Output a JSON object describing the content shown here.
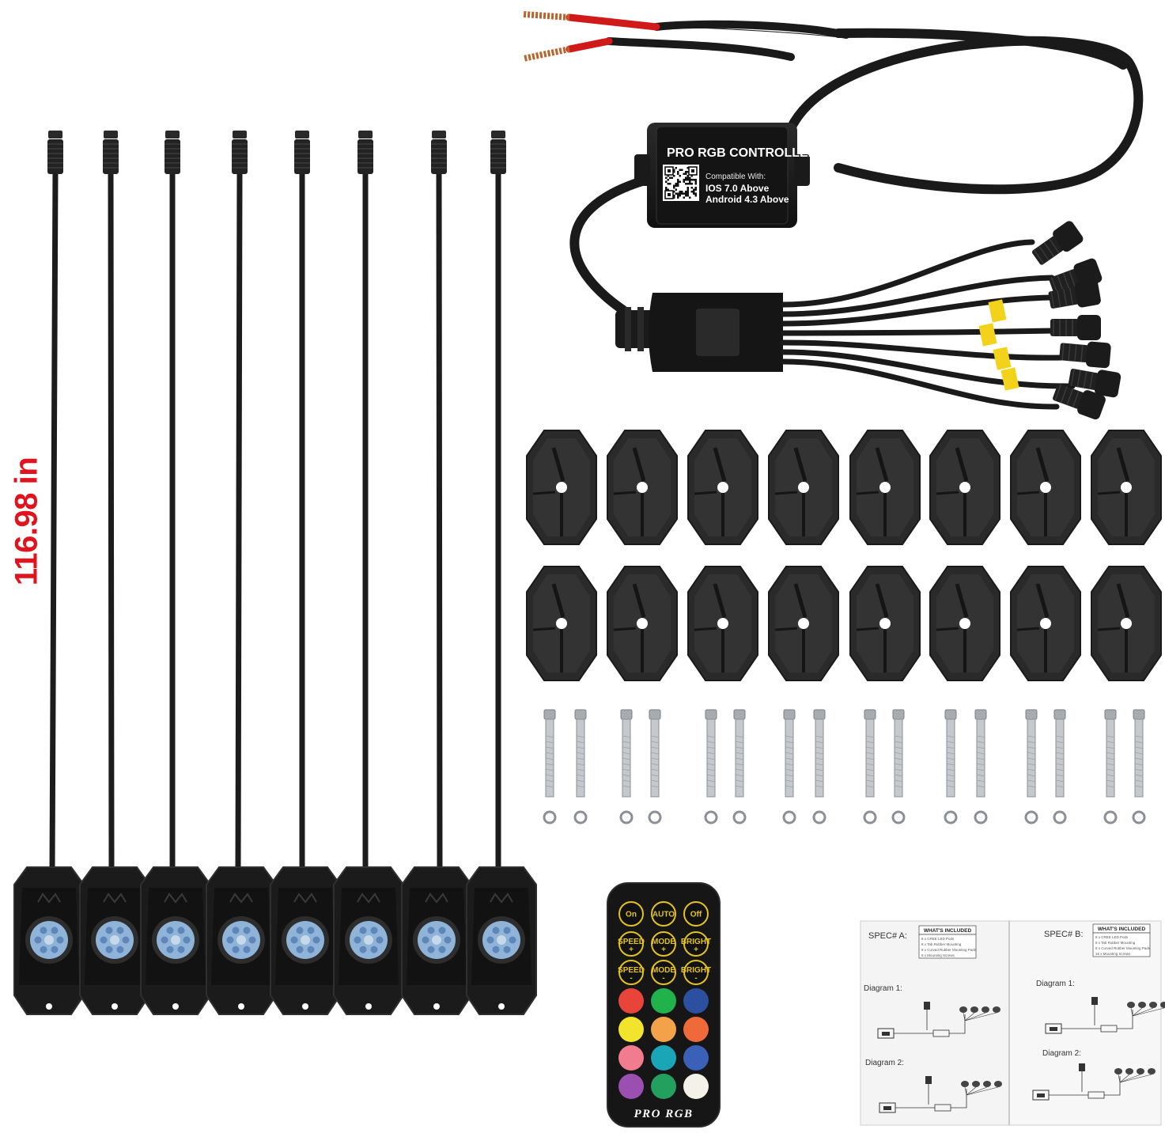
{
  "length_label": "116.98 in",
  "controller": {
    "title": "PRO RGB CONTROLLER",
    "compat_label": "Compatible With:",
    "compat_ios": "IOS 7.0 Above",
    "compat_android": "Android 4.3 Above"
  },
  "remote": {
    "buttons_row1": [
      "On",
      "AUTO",
      "Off"
    ],
    "buttons_row2": [
      "SPEED",
      "MODE",
      "BRIGHT"
    ],
    "buttons_row3": [
      "SPEED",
      "MODE",
      "BRIGHT"
    ],
    "plus": "+",
    "minus": "-",
    "brand": "PRO RGB",
    "colors": [
      "#e8443a",
      "#22b24c",
      "#2d4fa0",
      "#f2e42c",
      "#f4a24a",
      "#ee6a3a",
      "#f07c8e",
      "#1aa6b7",
      "#3a60b8",
      "#9b4fb0",
      "#24a05e",
      "#f4f1e8"
    ]
  },
  "manual": {
    "left": {
      "spec": "SPEC# A:",
      "included_title": "WHAT'S INCLUDED",
      "included_items": [
        "8 x CREE LED Pods",
        "8 x Tab Rubber Mounting",
        "8 x Curved Rubber Mounting Pads",
        "8 x Mounting Screws"
      ],
      "diagram1": "Diagram 1:",
      "diagram2": "Diagram 2:"
    },
    "right": {
      "spec": "SPEC# B:",
      "included_title": "WHAT'S INCLUDED",
      "included_items": [
        "8 x CREE LED Pods",
        "8 x Tab Rubber Mounting",
        "8 x Curved Rubber Mounting Pads",
        "16 x Mounting Screws"
      ],
      "diagram1": "Diagram 1:",
      "diagram2": "Diagram 2:"
    }
  },
  "colors": {
    "label_red": "#e0141e",
    "product_black": "#1b1b1b",
    "wire_red": "#d01a1a",
    "copper": "#b8642e",
    "led_blue": "#8fb4d8",
    "tape_yellow": "#f2d21a",
    "bolt_silver": "#c5c8cc"
  }
}
